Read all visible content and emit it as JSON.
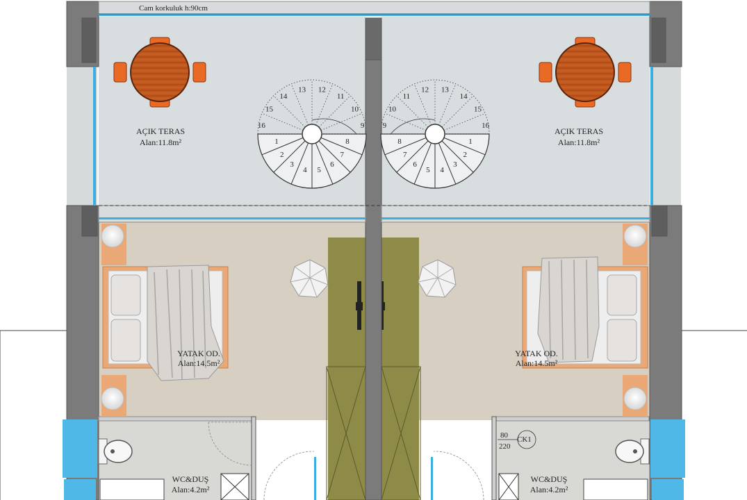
{
  "railing_note": "Cam korkuluk h:90cm",
  "colors": {
    "wall": "#7b7b7b",
    "wall_dark": "#585858",
    "terrace_floor": "#d8dde0",
    "bedroom_floor": "#d6cfc2",
    "window": "#3aaee0",
    "corridor": "#8e8a48",
    "wood": "#b5501a",
    "bed_frame": "#e9a875"
  },
  "left_unit": {
    "terrace": {
      "name": "AÇIK TERAS",
      "area": "Alan:11.8m²"
    },
    "bedroom": {
      "name": "YATAK OD.",
      "area": "Alan:14.5m²"
    },
    "bathroom": {
      "name": "WC&DUŞ",
      "area": "Alan:4.2m²"
    },
    "stair_steps": [
      "1",
      "2",
      "3",
      "4",
      "5",
      "6",
      "7",
      "8",
      "9",
      "10",
      "11",
      "12",
      "13",
      "14",
      "15",
      "16"
    ]
  },
  "right_unit": {
    "terrace": {
      "name": "AÇIK TERAS",
      "area": "Alan:11.8m²"
    },
    "bedroom": {
      "name": "YATAK OD.",
      "area": "Alan:14.5m²"
    },
    "bathroom": {
      "name": "WC&DUŞ",
      "area": "Alan:4.2m²"
    },
    "stair_steps": [
      "1",
      "2",
      "3",
      "4",
      "5",
      "6",
      "7",
      "8",
      "9",
      "10",
      "11",
      "12",
      "13",
      "14",
      "15",
      "16"
    ],
    "door_tag": {
      "code": "CK1",
      "width": "80",
      "height": "220"
    }
  }
}
